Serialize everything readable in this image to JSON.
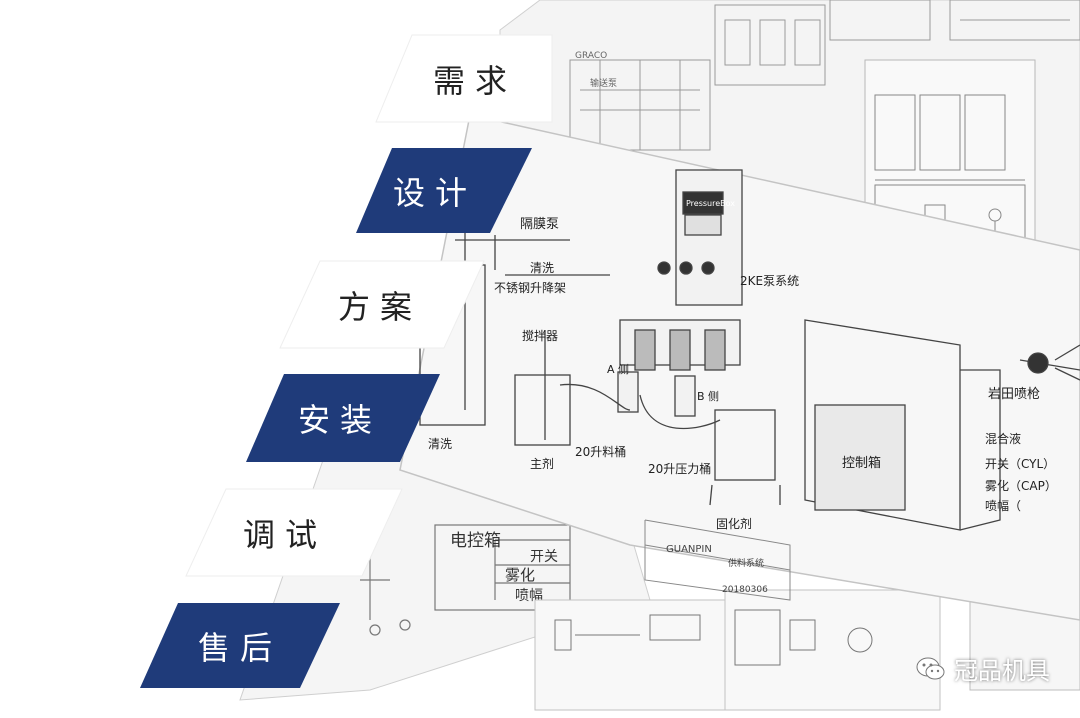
{
  "colors": {
    "accent_navy": "#1f3b7a",
    "tab_light": "#ffffff",
    "sheet_paper": "#f7f7f7",
    "line_ink": "#444444"
  },
  "process_steps": [
    {
      "label": "需求",
      "style": "light"
    },
    {
      "label": "设计",
      "style": "dark"
    },
    {
      "label": "方案",
      "style": "light"
    },
    {
      "label": "安装",
      "style": "dark"
    },
    {
      "label": "调试",
      "style": "light"
    },
    {
      "label": "售后",
      "style": "dark"
    }
  ],
  "diagram": {
    "labels": {
      "diaphragm_pump": "隔膜泵",
      "clean_top": "清洗",
      "lift_frame": "不锈钢升降架",
      "mixer": "搅拌器",
      "pump_system": "2KE泵系统",
      "side_a": "A 侧",
      "side_b": "B 侧",
      "clean_bottom": "清洗",
      "main_agent": "主剂",
      "bucket_20l": "20升料桶",
      "pressure_tank": "20升压力桶",
      "curing_agent": "固化剂",
      "control_box": "控制箱",
      "spray_gun": "岩田喷枪",
      "mixed_liquid": "混合液",
      "switch_cyl": "开关（CYL）",
      "atomize_cap": "雾化（CAP）",
      "nozzle": "喷幅（",
      "panel_brand": "PressureBox"
    },
    "lower_sheet": {
      "electric_box": "电控箱",
      "switch": "开关",
      "atomize": "雾化",
      "nozzle": "喷幅"
    },
    "title_block": {
      "brand": "GUANPIN",
      "system": "供料系统",
      "date": "20180306"
    },
    "top_sheet": {
      "brand": "GRACO",
      "note": "输送泵"
    }
  },
  "watermark": {
    "text": "冠品机具",
    "icon": "wechat-icon"
  }
}
